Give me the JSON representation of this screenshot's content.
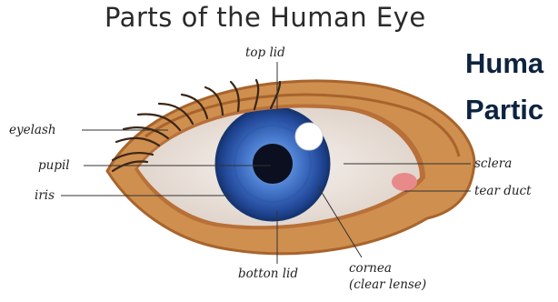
{
  "title": "Parts of the Human Eye",
  "heading": {
    "line1": "Huma",
    "line2": "Partic"
  },
  "labels": {
    "top_lid": "top lid",
    "eyelash": "eyelash",
    "pupil": "pupil",
    "iris": "iris",
    "sclera": "sclera",
    "tear_duct": "tear duct",
    "bottom_lid": "botton lid",
    "cornea_line1": "cornea",
    "cornea_line2": "(clear lense)"
  },
  "colors": {
    "skin": "#cf8f4f",
    "skin_dark": "#a8642c",
    "sclera": "#f2ece6",
    "iris_outer": "#1d3f8a",
    "iris_inner": "#4a7ccf",
    "pupil": "#0b0f1f",
    "lash": "#3a2616",
    "heading": "#0d2340"
  }
}
